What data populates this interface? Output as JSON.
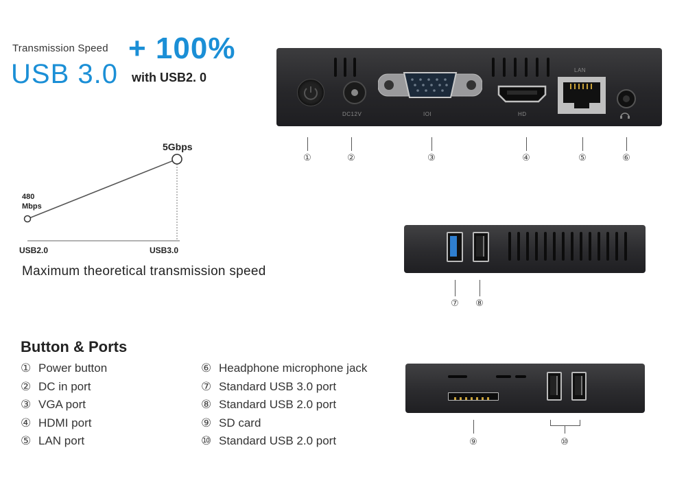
{
  "header": {
    "transmission_speed_label": "Transmission Speed",
    "increase": "+ 100%",
    "usb3": "USB 3.0",
    "with_prefix": "with",
    "usb2": "USB2. 0"
  },
  "chart_data": {
    "type": "line",
    "categories": [
      "USB2.0",
      "USB3.0"
    ],
    "series": [
      {
        "values": [
          480,
          5000
        ]
      }
    ],
    "point_labels": [
      "480\nMbps",
      "5Gbps"
    ],
    "xlabel": "",
    "ylabel": "",
    "title": "",
    "caption": "Maximum theoretical transmission speed"
  },
  "devices": {
    "back_labels": {
      "dc": "DC12V",
      "vga": "IOI",
      "hdmi": "HD",
      "lan": "LAN"
    },
    "back_numbers": [
      "①",
      "②",
      "③",
      "④",
      "⑤",
      "⑥"
    ],
    "side_numbers": [
      "⑦",
      "⑧"
    ],
    "front_numbers": [
      "⑨",
      "⑩"
    ]
  },
  "legend": {
    "title": "Button & Ports",
    "left": [
      {
        "n": "①",
        "label": "Power button"
      },
      {
        "n": "②",
        "label": "DC in port"
      },
      {
        "n": "③",
        "label": "VGA port"
      },
      {
        "n": "④",
        "label": "HDMI port"
      },
      {
        "n": "⑤",
        "label": "LAN port"
      }
    ],
    "right": [
      {
        "n": "⑥",
        "label": "Headphone microphone jack"
      },
      {
        "n": "⑦",
        "label": "Standard USB 3.0 port"
      },
      {
        "n": "⑧",
        "label": "Standard USB 2.0 port"
      },
      {
        "n": "⑨",
        "label": "SD card"
      },
      {
        "n": "⑩",
        "label": "Standard USB 2.0 port"
      }
    ]
  },
  "colors": {
    "accent": "#1b8fd6",
    "device_body": "#2b2b2e",
    "usb3_blue": "#2f7fd0"
  }
}
